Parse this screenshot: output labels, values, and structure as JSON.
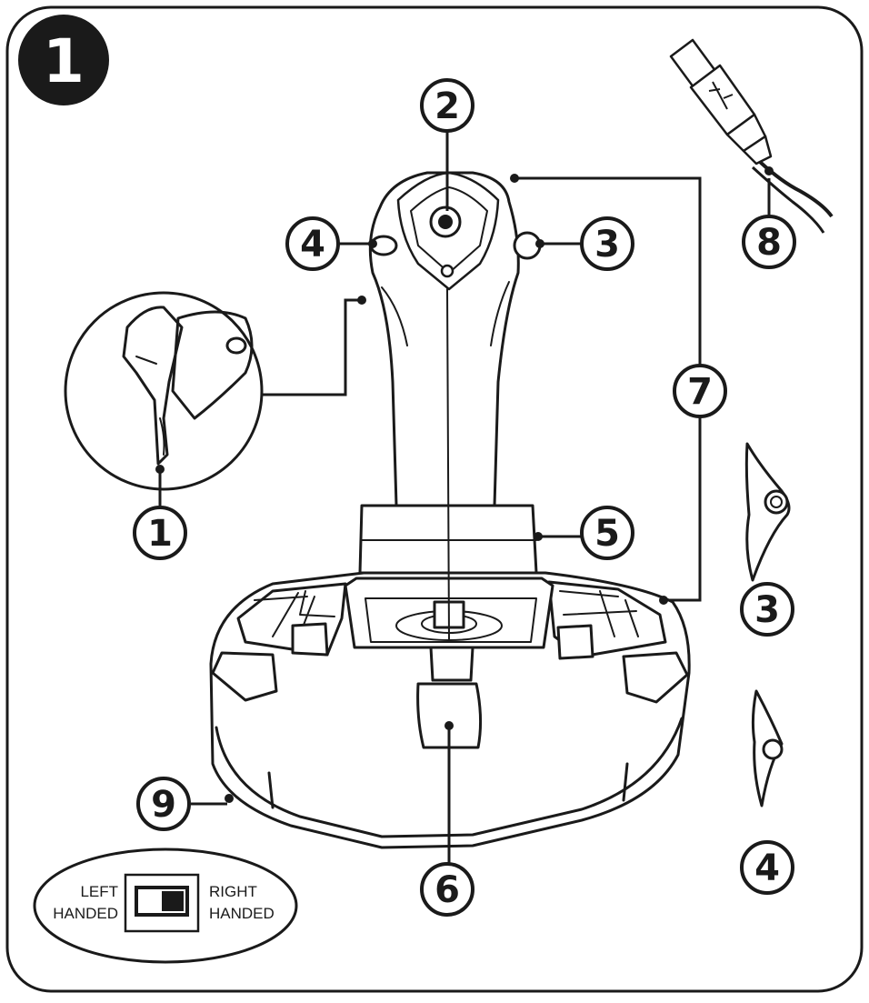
{
  "panel": {
    "step_badge": "1"
  },
  "callouts": [
    {
      "id": "c1",
      "number": "1"
    },
    {
      "id": "c2",
      "number": "2"
    },
    {
      "id": "c3",
      "number": "3"
    },
    {
      "id": "c4",
      "number": "4"
    },
    {
      "id": "c5",
      "number": "5"
    },
    {
      "id": "c6",
      "number": "6"
    },
    {
      "id": "c7",
      "number": "7"
    },
    {
      "id": "c8",
      "number": "8"
    },
    {
      "id": "c9",
      "number": "9"
    },
    {
      "id": "c3b",
      "number": "3"
    },
    {
      "id": "c4b",
      "number": "4"
    }
  ],
  "handedness_switch": {
    "left_line1": "LEFT",
    "left_line2": "HANDED",
    "right_line1": "RIGHT",
    "right_line2": "HANDED"
  },
  "colors": {
    "ink": "#1a1a1a",
    "paper": "#ffffff"
  }
}
